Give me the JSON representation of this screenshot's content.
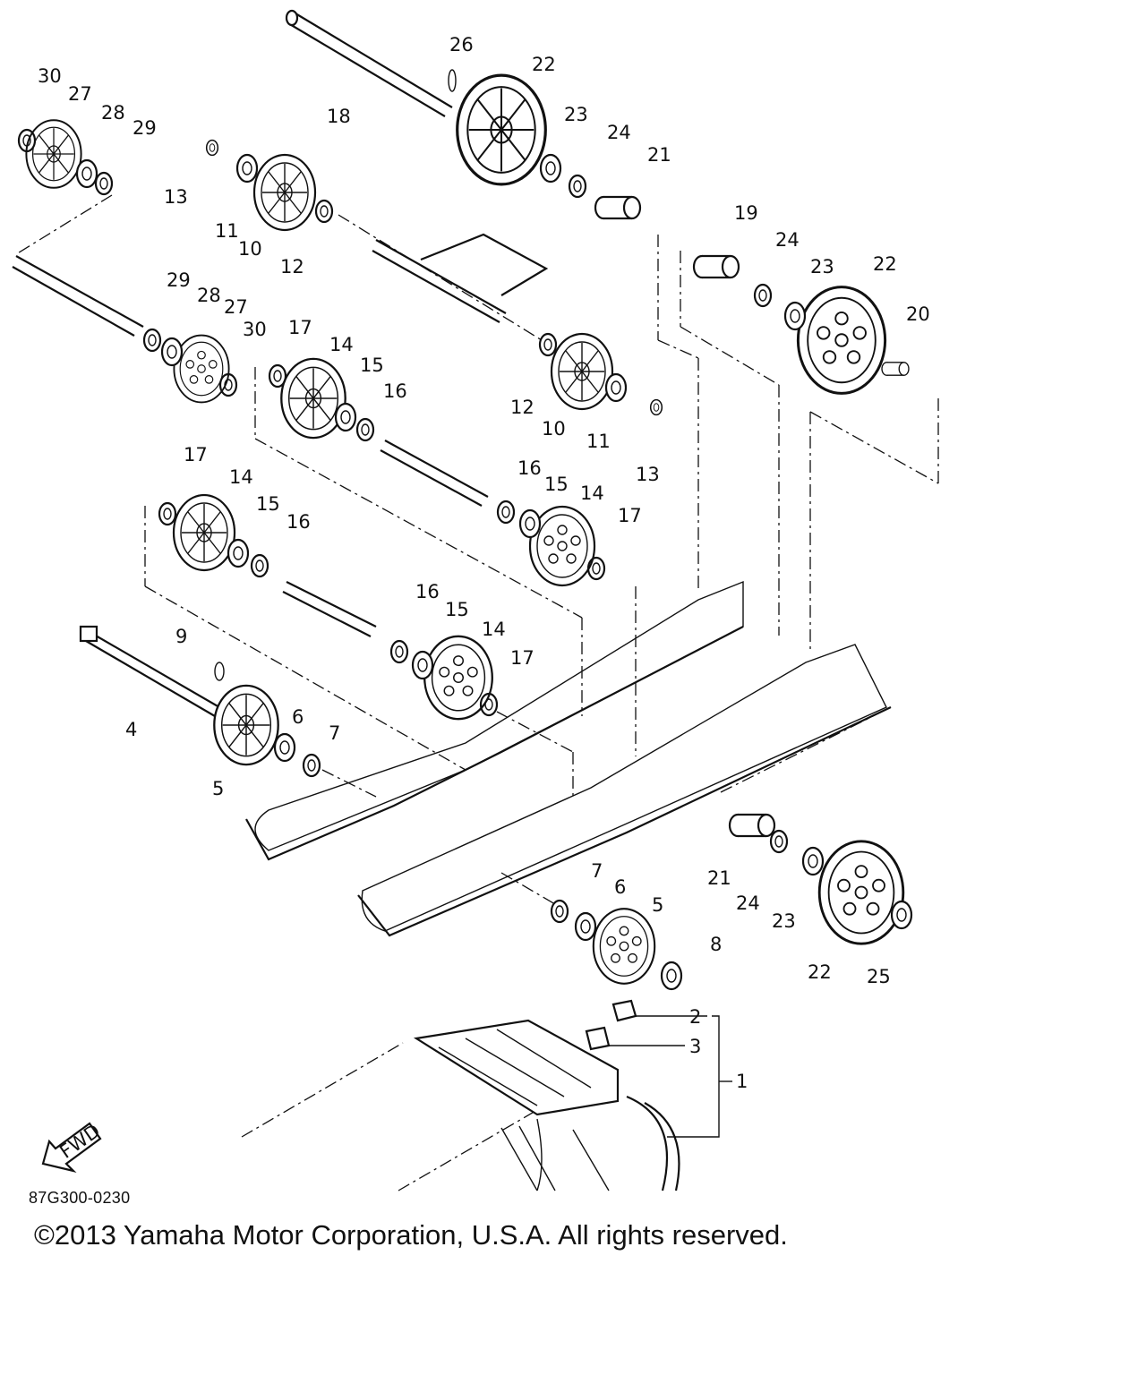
{
  "diagram": {
    "part_numbers": [
      "1",
      "2",
      "3",
      "4",
      "5",
      "6",
      "7",
      "8",
      "9",
      "10",
      "11",
      "12",
      "13",
      "14",
      "15",
      "16",
      "17",
      "18",
      "19",
      "20",
      "21",
      "22",
      "23",
      "24",
      "25",
      "26",
      "27",
      "28",
      "29",
      "30"
    ],
    "fwd_label": "FWD"
  },
  "footer": {
    "reference_code": "87G300-0230",
    "copyright": "©2013 Yamaha Motor Corporation, U.S.A. All rights reserved."
  }
}
